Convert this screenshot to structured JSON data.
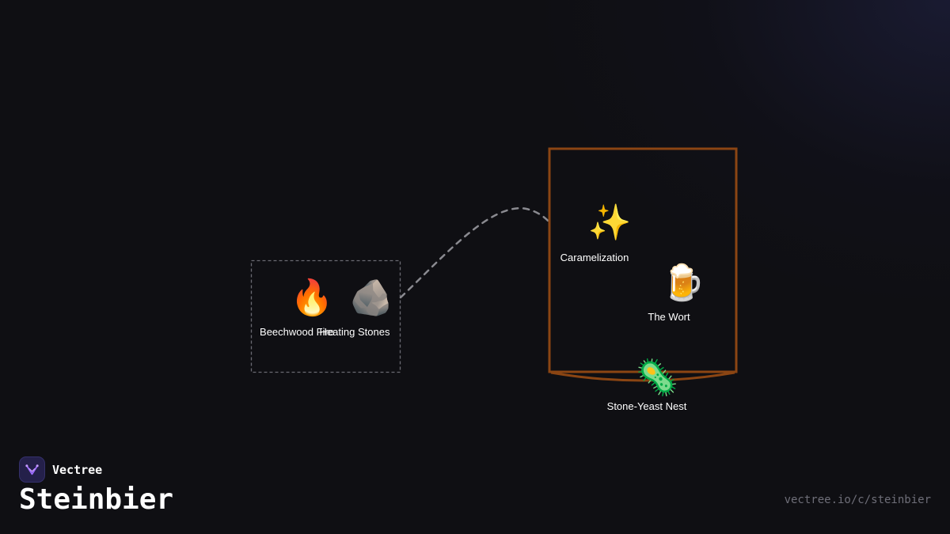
{
  "brand": {
    "name": "Vectree",
    "logo_icon": "vectree-logo-icon",
    "accent": "#7c4dff"
  },
  "page": {
    "title": "Steinbier",
    "url": "vectree.io/c/steinbier"
  },
  "diagram": {
    "colors": {
      "group_border": "#8b4513",
      "dashed_link": "#8a8a90",
      "text": "#ffffff",
      "background": "#0f0f13"
    },
    "nodes": [
      {
        "id": "beechwood-fire",
        "label": "Beechwood Fire",
        "icon": "fire-icon",
        "glyph": "🔥"
      },
      {
        "id": "heating-stones",
        "label": "Heating Stones",
        "icon": "rock-icon",
        "glyph": "🪨"
      },
      {
        "id": "caramelization",
        "label": "Caramelization",
        "icon": "sparkles-icon",
        "glyph": "✨"
      },
      {
        "id": "the-wort",
        "label": "The Wort",
        "icon": "beer-mug-icon",
        "glyph": "🍺"
      },
      {
        "id": "stone-yeast-nest",
        "label": "Stone-Yeast Nest",
        "icon": "microbe-icon",
        "glyph": "🦠"
      }
    ]
  }
}
